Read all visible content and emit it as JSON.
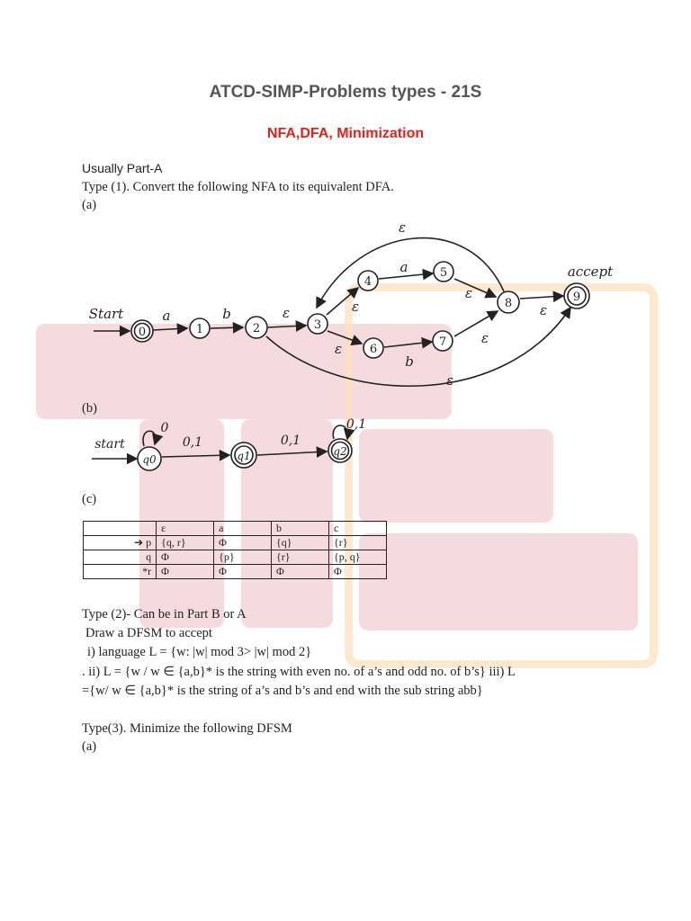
{
  "header": {
    "title": "ATCD-SIMP-Problems types - 21S",
    "subtitle": "NFA,DFA, Minimization"
  },
  "section1": {
    "usually": "Usually Part-A",
    "type1": "Type (1). Convert the following NFA to its equivalent DFA.",
    "label_a": "(a)",
    "label_b": "(b)",
    "label_c": "(c)"
  },
  "nfa_a": {
    "start_label": "Start",
    "accept_label": "accept",
    "states": [
      "0",
      "1",
      "2",
      "3",
      "4",
      "5",
      "6",
      "7",
      "8",
      "9"
    ],
    "labels": {
      "a": "a",
      "b": "b",
      "eps": "ε",
      "a2": "a",
      "b2": "b"
    }
  },
  "nfa_b": {
    "start_label": "start",
    "states": [
      "q0",
      "q1",
      "q2"
    ],
    "loop0": "0",
    "loop2": "0,1",
    "edge01": "0,1",
    "edge12": "0,1"
  },
  "table_c": {
    "header": [
      "",
      "ε",
      "a",
      "b",
      "c"
    ],
    "rows": [
      {
        "state": "p",
        "marker": "➔",
        "cells": [
          "{q, r}",
          "Φ",
          "{q}",
          "{r}"
        ]
      },
      {
        "state": "q",
        "marker": "",
        "cells": [
          "Φ",
          "{p}",
          "{r}",
          "{p, q}"
        ]
      },
      {
        "state": "*r",
        "marker": "",
        "cells": [
          "Φ",
          "Φ",
          "Φ",
          "Φ"
        ]
      }
    ]
  },
  "section2": {
    "type2": "Type (2)- Can be in Part B or A",
    "draw": "Draw a DFSM to accept",
    "item1": "i) language L = {w: |w| mod 3> |w| mod 2}",
    "item2": ". ii) L = {w / w ∈ {a,b}* is the string with even no. of a’s and odd no. of b’s} iii) L",
    "item3": "={w/ w ∈ {a,b}* is the string of a’s and b’s and end with the sub string abb}"
  },
  "section3": {
    "type3": "Type(3). Minimize the following DFSM",
    "label_a": "(a)"
  }
}
